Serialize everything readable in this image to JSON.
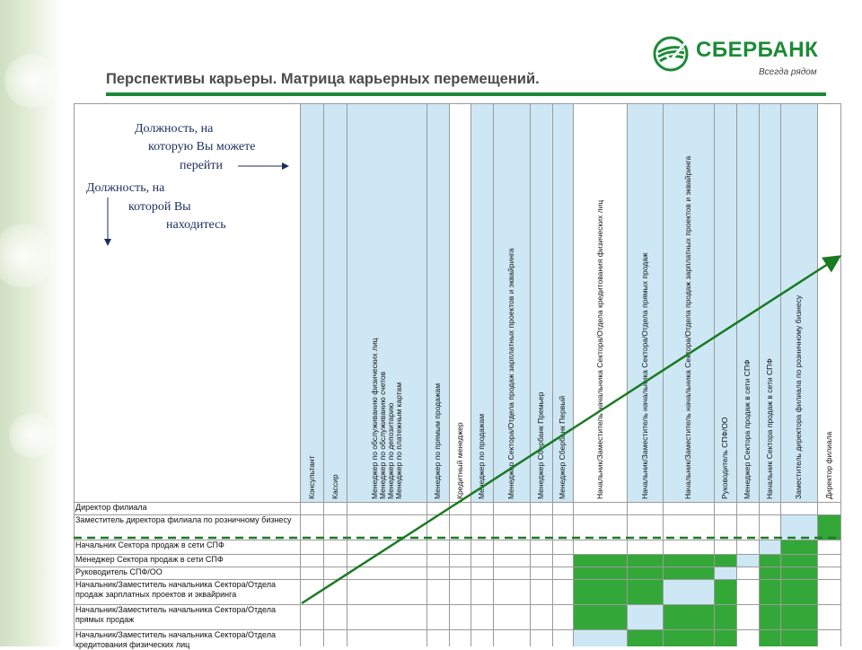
{
  "brand": {
    "name": "СБЕРБАНК",
    "slogan": "Всегда рядом"
  },
  "page_title": "Перспективы карьеры. Матрица карьерных перемещений.",
  "legend": {
    "target_text": [
      "Должность, на",
      "которую Вы можете",
      "перейти"
    ],
    "current_text": [
      "Должность, на",
      "которой Вы",
      "находитесь"
    ]
  },
  "columns": [
    {
      "label": "Консультант"
    },
    {
      "label": "Кассир"
    },
    {
      "label": "Менеджер по обслуживанию физических лиц\nМенеджер по обслуживанию счетов\nМенеджер по депозитарию\nМенеджер по платежным картам"
    },
    {
      "label": "Менеджер по прямым продажам"
    },
    {
      "label": "Кредитный менеджер"
    },
    {
      "label": "Менеджер по продажам"
    },
    {
      "label": "Менеджер Сектора/Отдела продаж зарплатных проектов и эквайринга"
    },
    {
      "label": "Менеджер Сбербанк Премьер"
    },
    {
      "label": "Менеджер Сбербанк Первый"
    },
    {
      "label": "Начальник/Заместитель начальника Сектора/Отдела кредитования физических лиц"
    },
    {
      "label": "Начальник/Заместитель начальника Сектора/Отдела прямых продаж"
    },
    {
      "label": "Начальник/Заместитель начальника Сектора/Отдела продаж зарплатных проектов и эквайринга"
    },
    {
      "label": "Руководитель СПФ/ОО"
    },
    {
      "label": "Менеджер Сектора продаж в сети СПФ"
    },
    {
      "label": "Начальник Сектора продаж в сети СПФ"
    },
    {
      "label": "Заместитель директора филиала по розничному бизнесу"
    },
    {
      "label": "Директор филиала"
    }
  ],
  "rows": [
    {
      "label": "Директор филиала"
    },
    {
      "label": "Заместитель директора филиала по розничному бизнесу"
    },
    {
      "label": "Начальник Сектора продаж в сети СПФ"
    },
    {
      "label": "Менеджер Сектора продаж в сети СПФ"
    },
    {
      "label": "Руководитель СПФ/ОО"
    },
    {
      "label": "Начальник/Заместитель начальника Сектора/Отдела продаж зарплатных проектов и эквайринга"
    },
    {
      "label": "Начальник/Заместитель начальника Сектора/Отдела прямых продаж"
    },
    {
      "label": "Начальник/Заместитель начальника Сектора/Отдела кредитования физических лиц"
    }
  ],
  "colors": {
    "green": "#33a838",
    "blue": "#cde7f4",
    "brand_green": "#1c8a36",
    "arrow_green": "#1a7a22",
    "legend_text": "#1c2d5c"
  }
}
